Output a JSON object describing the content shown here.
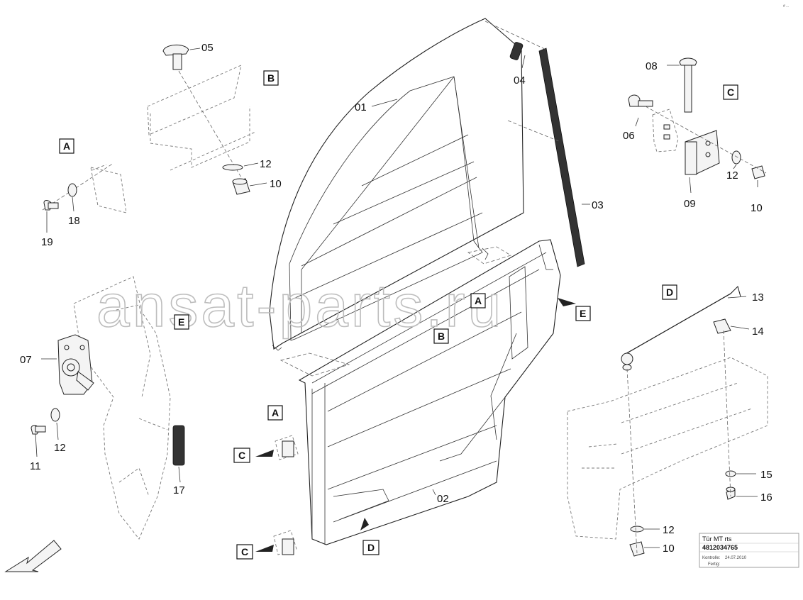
{
  "watermark": "ansat-parts.ru",
  "corner_mark": "# ...",
  "parts": [
    {
      "id": "p01",
      "text": "01"
    },
    {
      "id": "p02",
      "text": "02"
    },
    {
      "id": "p03",
      "text": "03"
    },
    {
      "id": "p04",
      "text": "04"
    },
    {
      "id": "p05",
      "text": "05"
    },
    {
      "id": "p06",
      "text": "06"
    },
    {
      "id": "p07",
      "text": "07"
    },
    {
      "id": "p08",
      "text": "08"
    },
    {
      "id": "p09",
      "text": "09"
    },
    {
      "id": "p10a",
      "text": "10"
    },
    {
      "id": "p10b",
      "text": "10"
    },
    {
      "id": "p10c",
      "text": "10"
    },
    {
      "id": "p11",
      "text": "11"
    },
    {
      "id": "p12a",
      "text": "12"
    },
    {
      "id": "p12b",
      "text": "12"
    },
    {
      "id": "p12c",
      "text": "12"
    },
    {
      "id": "p12d",
      "text": "12"
    },
    {
      "id": "p13",
      "text": "13"
    },
    {
      "id": "p14",
      "text": "14"
    },
    {
      "id": "p15",
      "text": "15"
    },
    {
      "id": "p16",
      "text": "16"
    },
    {
      "id": "p17",
      "text": "17"
    },
    {
      "id": "p18",
      "text": "18"
    },
    {
      "id": "p19",
      "text": "19"
    }
  ],
  "detail_boxes": [
    {
      "id": "bA1",
      "text": "A"
    },
    {
      "id": "bB1",
      "text": "B"
    },
    {
      "id": "bC1",
      "text": "C"
    },
    {
      "id": "bD1",
      "text": "D"
    },
    {
      "id": "bE1",
      "text": "E"
    },
    {
      "id": "bA2",
      "text": "A"
    },
    {
      "id": "bE2",
      "text": "E"
    },
    {
      "id": "bB2",
      "text": "B"
    },
    {
      "id": "bA3",
      "text": "A"
    },
    {
      "id": "bC2",
      "text": "C"
    },
    {
      "id": "bC3",
      "text": "C"
    },
    {
      "id": "bD2",
      "text": "D"
    }
  ],
  "title_block": {
    "title": "Tür MT rts",
    "part_number": "4812034765",
    "control_label": "Kontrolle:",
    "control_date": "24.07.2010",
    "status": "Fertig:"
  },
  "icons": [
    "direction-arrow-icon",
    "view-arrow-icon"
  ]
}
